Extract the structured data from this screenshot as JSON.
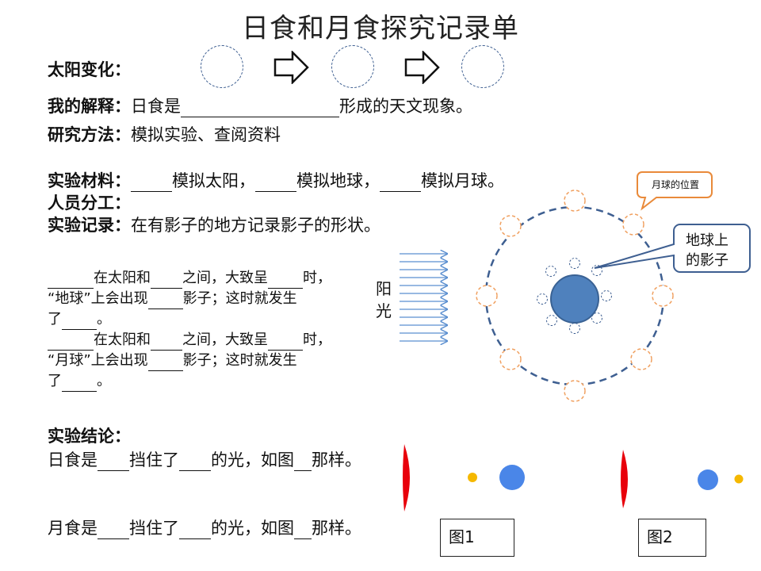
{
  "title": "日食和月食探究记录单",
  "sun_change": {
    "label": "太阳变化："
  },
  "explain": {
    "label": "我的解释：",
    "prefix": "日食是",
    "suffix": "形成的天文现象。"
  },
  "method": {
    "label": "研究方法：",
    "text": "模拟实验、查阅资料"
  },
  "materials": {
    "label": "实验材料：",
    "item1": "模拟太阳，",
    "item2": "模拟地球，",
    "item3": "模拟月球。"
  },
  "staff": {
    "label": "人员分工："
  },
  "record": {
    "label": "实验记录：",
    "text": "在有影子的地方记录影子的形状。"
  },
  "fill": {
    "p1": {
      "a": "在太阳和",
      "b": "之间，大致呈",
      "c": "时，",
      "d": "“地球”上会出现",
      "e": "影子；这时就发生",
      "f": "了",
      "g": "。"
    },
    "p2": {
      "a": "在太阳和",
      "b": "之间，大致呈",
      "c": "时，",
      "d": "“月球”上会出现",
      "e": "影子；这时就发生",
      "f": "了",
      "g": "。"
    }
  },
  "sunlight": {
    "char1": "阳",
    "char2": "光"
  },
  "diagram": {
    "moon_position_callout": "月球的位置",
    "earth_shadow_callout_line1": "地球上",
    "earth_shadow_callout_line2": "的影子",
    "colors": {
      "earth": "#4f81bd",
      "orbit": "#3e5f91",
      "moon_dash": "#f0a060",
      "callout_orange": "#e98a3a",
      "callout_blue": "#3e5f91"
    }
  },
  "conclusion": {
    "label": "实验结论：",
    "solar": {
      "a": "日食是",
      "b": "挡住了",
      "c": "的光，如图",
      "d": "那样。"
    },
    "lunar": {
      "a": "月食是",
      "b": "挡住了",
      "c": "的光，如图",
      "d": "那样。"
    }
  },
  "figures": {
    "fig1": "图1",
    "fig2": "图2",
    "colors": {
      "sun": "#e8000b",
      "moon": "#f5b800",
      "earth": "#4a86e8"
    }
  }
}
